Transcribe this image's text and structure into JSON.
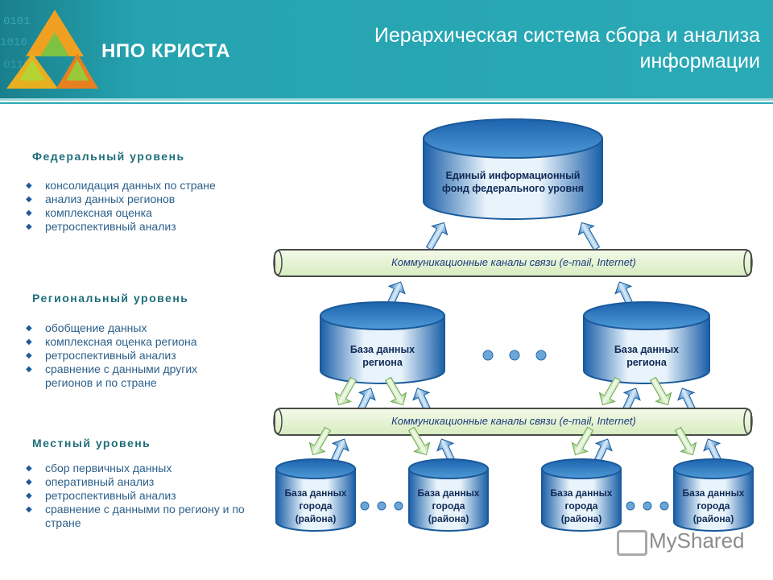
{
  "header": {
    "title": "Иерархическая система сбора  и анализа информации",
    "logo_text": "НПО КРИСТА"
  },
  "levels": [
    {
      "title": "Федеральный уровень",
      "items": [
        "консолидация данных по стране",
        "анализ данных регионов",
        "комплексная оценка",
        "ретроспективный анализ"
      ]
    },
    {
      "title": "Региональный уровень",
      "items": [
        "обобщение данных",
        "комплексная оценка региона",
        "ретроспективный анализ",
        "сравнение с данными других регионов и по стране"
      ]
    },
    {
      "title": "Местный уровень",
      "items": [
        "сбор первичных данных",
        "оперативный анализ",
        "ретроспективный анализ",
        "сравнение с данными по региону и по стране"
      ]
    }
  ],
  "diagram": {
    "federal_db": "Единый информационный фонд федерального уровня",
    "channel": "Коммуникационные каналы связи (e-mail, Internet)",
    "region_db": "База данных региона",
    "city_db": "База данных города (района)"
  },
  "watermark": "MyShared",
  "colors": {
    "header": "#2aaab6",
    "heading_text": "#1f6e7a",
    "bullet_text": "#2b5f8a",
    "cylinder": "#2b7cc4",
    "channel_fill": "#e6f3d2"
  }
}
